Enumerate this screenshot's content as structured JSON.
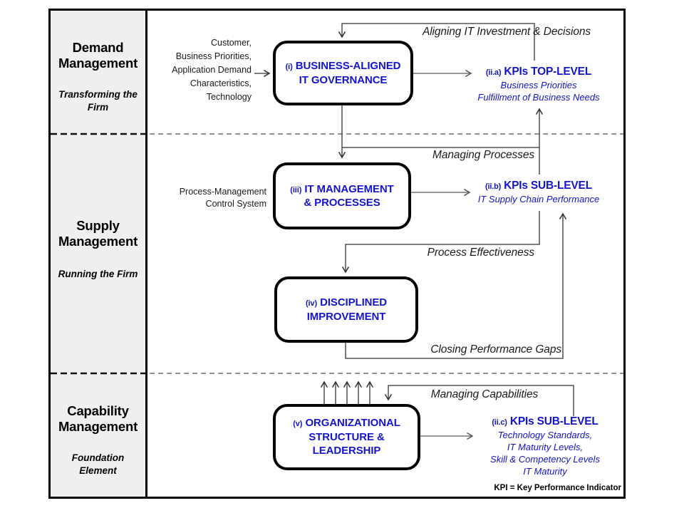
{
  "colors": {
    "accent_blue": "#1414c8",
    "sidebar_bg": "#efefef"
  },
  "sidebar": {
    "bands": [
      {
        "title": "Demand\nManagement",
        "subtitle": "Transforming the\nFirm"
      },
      {
        "title": "Supply\nManagement",
        "subtitle": "Running the Firm"
      },
      {
        "title": "Capability\nManagement",
        "subtitle": "Foundation\nElement"
      }
    ]
  },
  "annotations": {
    "demand_inputs": "Customer,\nBusiness Priorities,\nApplication Demand\nCharacteristics,\nTechnology",
    "process_control": "Process-Management\nControl System"
  },
  "boxes": {
    "governance": {
      "prefix": "(i)",
      "label": "BUSINESS-ALIGNED\nIT GOVERNANCE"
    },
    "management": {
      "prefix": "(iii)",
      "label": "IT MANAGEMENT\n& PROCESSES"
    },
    "improvement": {
      "prefix": "(iv)",
      "label": "DISCIPLINED\nIMPROVEMENT"
    },
    "organization": {
      "prefix": "(v)",
      "label": "ORGANIZATIONAL\nSTRUCTURE &\nLEADERSHIP"
    }
  },
  "kpis": {
    "top_level": {
      "prefix": "(ii.a)",
      "title": "KPIs TOP-LEVEL",
      "details": "Business Priorities\nFulfillment of Business Needs"
    },
    "sub_level_supply": {
      "prefix": "(ii.b)",
      "title": "KPIs SUB-LEVEL",
      "details": "IT Supply Chain Performance"
    },
    "sub_level_capability": {
      "prefix": "(ii.c)",
      "title": "KPIs SUB-LEVEL",
      "details": "Technology Standards,\nIT Maturity Levels,\nSkill & Competency Levels\nIT Maturity"
    }
  },
  "flow_labels": {
    "aligning": "Aligning IT Investment & Decisions",
    "managing_processes": "Managing Processes",
    "process_effectiveness": "Process Effectiveness",
    "closing_gaps": "Closing Performance Gaps",
    "managing_capabilities": "Managing Capabilities"
  },
  "footnote": "KPI = Key Performance Indicator"
}
